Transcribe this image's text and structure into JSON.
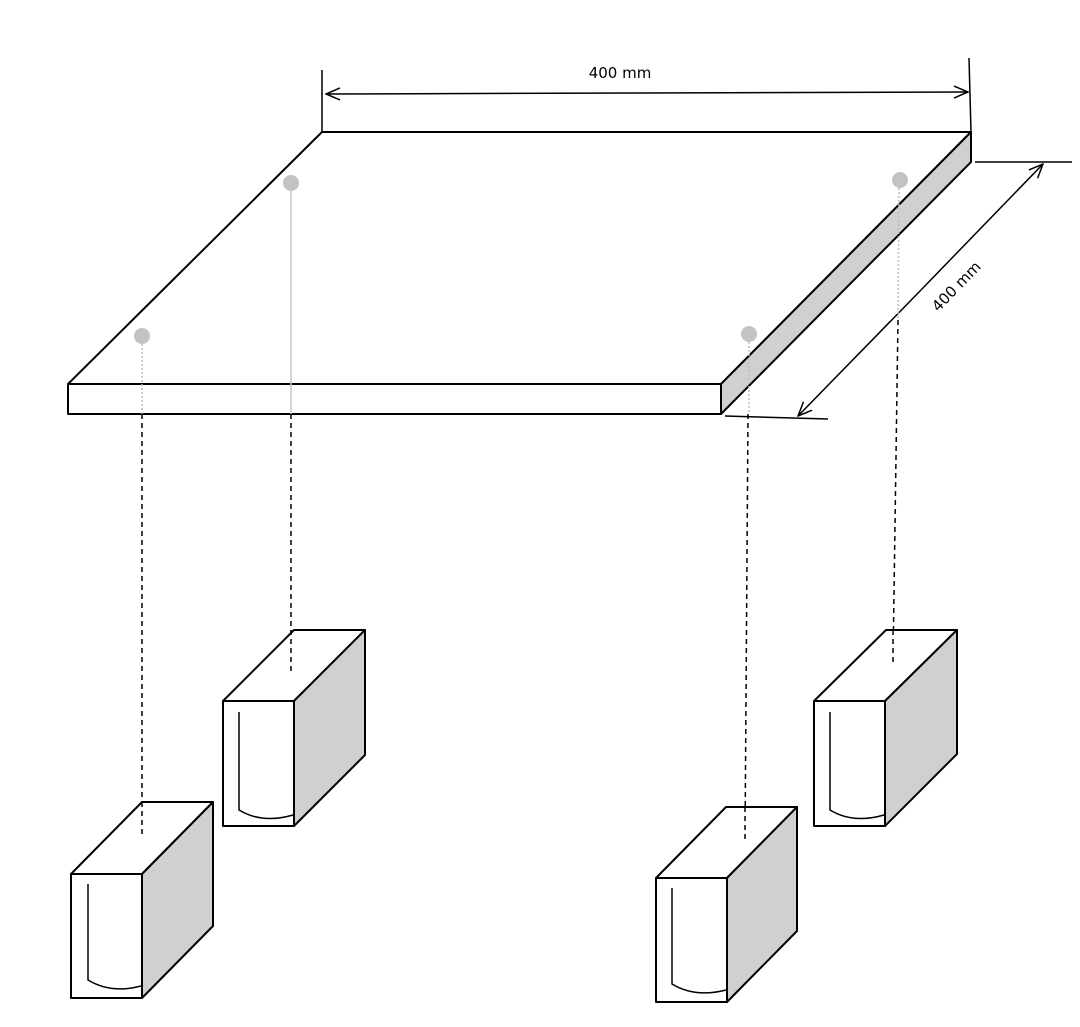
{
  "dimensions": {
    "width_label": "400 mm",
    "depth_label": "400 mm"
  },
  "colors": {
    "stroke": "#000000",
    "face_white": "#ffffff",
    "face_grey": "#d0d0d0",
    "pin": "#c3c3c3"
  },
  "parts": {
    "plate": "square-plate",
    "supports": [
      "support-block-front-left",
      "support-block-back-left",
      "support-block-front-right",
      "support-block-back-right"
    ],
    "pins": [
      "pin-front-left",
      "pin-back-left",
      "pin-front-right",
      "pin-back-right"
    ]
  }
}
